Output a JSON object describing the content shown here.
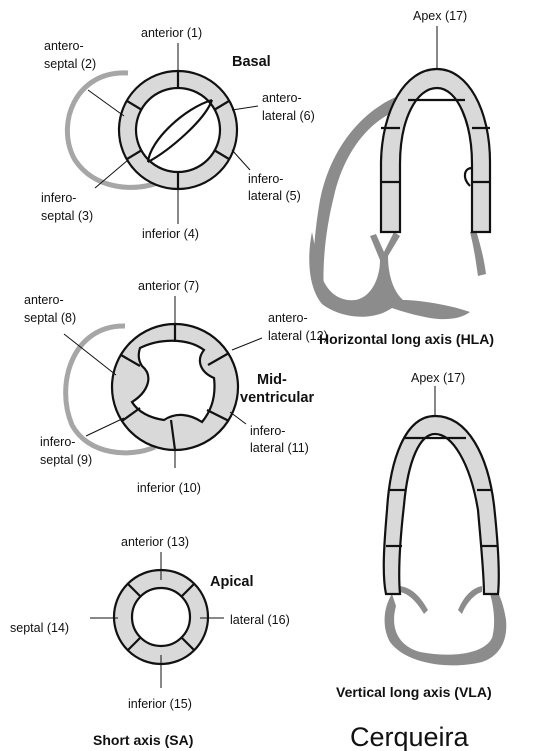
{
  "basal": {
    "heading": "Basal",
    "anterior": "anterior (1)",
    "anteroseptal": [
      "antero-",
      "septal (2)"
    ],
    "inferoseptal": [
      "infero-",
      "septal (3)"
    ],
    "inferior": "inferior (4)",
    "inferolateral": [
      "infero-",
      "lateral (5)"
    ],
    "anterolateral": [
      "antero-",
      "lateral (6)"
    ]
  },
  "mid": {
    "heading": [
      "Mid-",
      "ventricular"
    ],
    "anterior": "anterior (7)",
    "anteroseptal": [
      "antero-",
      "septal (8)"
    ],
    "inferoseptal": [
      "infero-",
      "septal (9)"
    ],
    "inferior": "inferior (10)",
    "inferolateral": [
      "infero-",
      "lateral (11)"
    ],
    "anterolateral": [
      "antero-",
      "lateral (12)"
    ]
  },
  "apical": {
    "heading": "Apical",
    "anterior": "anterior (13)",
    "septal": "septal (14)",
    "inferior": "inferior (15)",
    "lateral": "lateral (16)"
  },
  "hla": {
    "apex": "Apex (17)",
    "title": "Horizontal long axis (HLA)"
  },
  "vla": {
    "apex": "Apex (17)",
    "title": "Vertical long axis (VLA)"
  },
  "sa_title": "Short axis (SA)",
  "credit": "Cerqueira"
}
